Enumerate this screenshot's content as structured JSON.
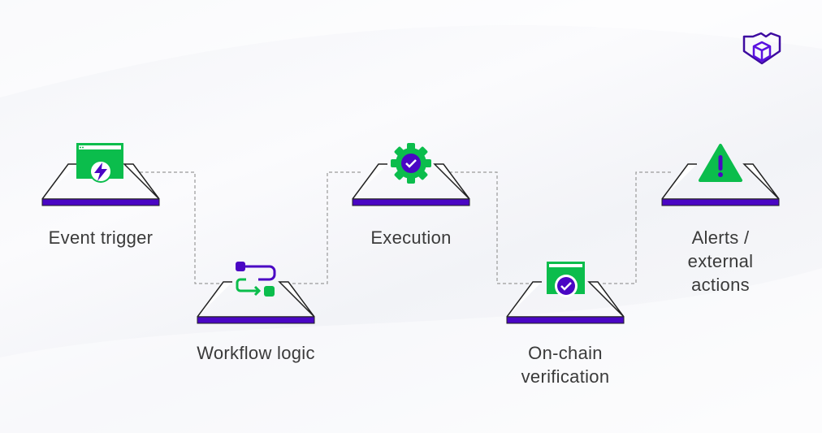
{
  "colors": {
    "purple": "#4a06c4",
    "green": "#0bbd4c",
    "line": "#222222",
    "dash": "#9a9a9a"
  },
  "steps": [
    {
      "label": "Event trigger",
      "icon": "lightning-window-icon"
    },
    {
      "label": "Workflow logic",
      "icon": "workflow-icon"
    },
    {
      "label": "Execution",
      "icon": "gear-check-icon"
    },
    {
      "label": "On-chain verification",
      "icon": "window-check-icon"
    },
    {
      "label": "Alerts / external actions",
      "icon": "alert-triangle-icon"
    }
  ]
}
